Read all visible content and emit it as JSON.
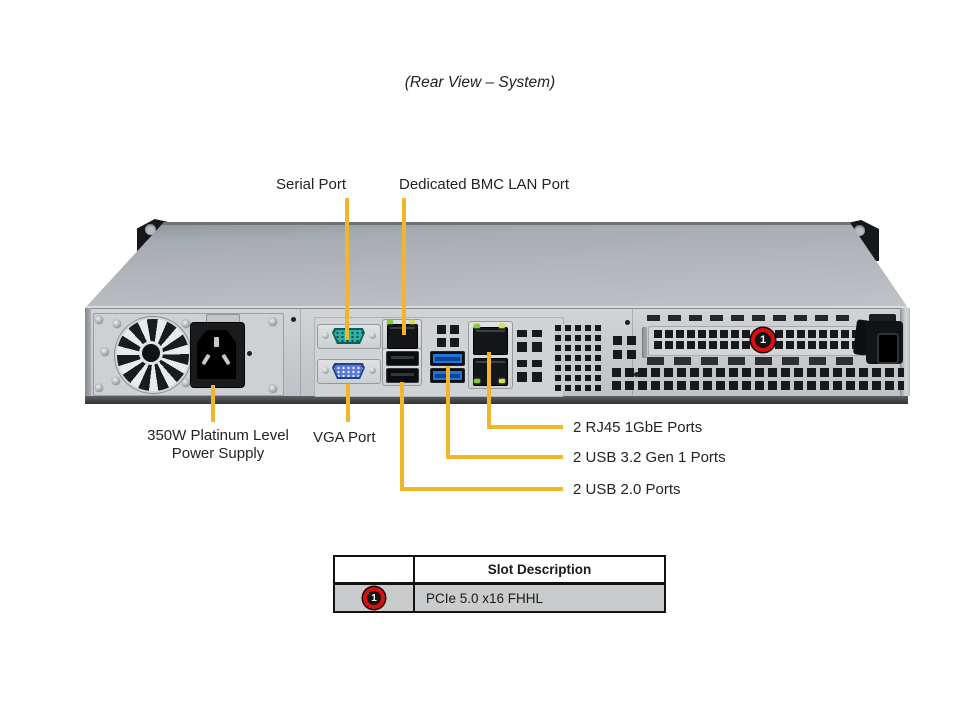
{
  "title": "(Rear View – System)",
  "callouts": {
    "serial": "Serial Port",
    "bmc": "Dedicated BMC LAN Port",
    "psu_line1": "350W Platinum Level",
    "psu_line2": "Power Supply",
    "vga": "VGA Port",
    "rj45": "2 RJ45 1GbE Ports",
    "usb32": "2 USB 3.2 Gen 1 Ports",
    "usb20": "2 USB 2.0 Ports"
  },
  "chassis_badge": "1",
  "slot_table": {
    "headers": [
      "",
      "Slot Description"
    ],
    "rows": [
      {
        "badge": "1",
        "description": "PCIe 5.0 x16 FHHL"
      }
    ]
  },
  "colors": {
    "callout_line": "#f2b62c",
    "badge_red": "#d80f0f"
  }
}
